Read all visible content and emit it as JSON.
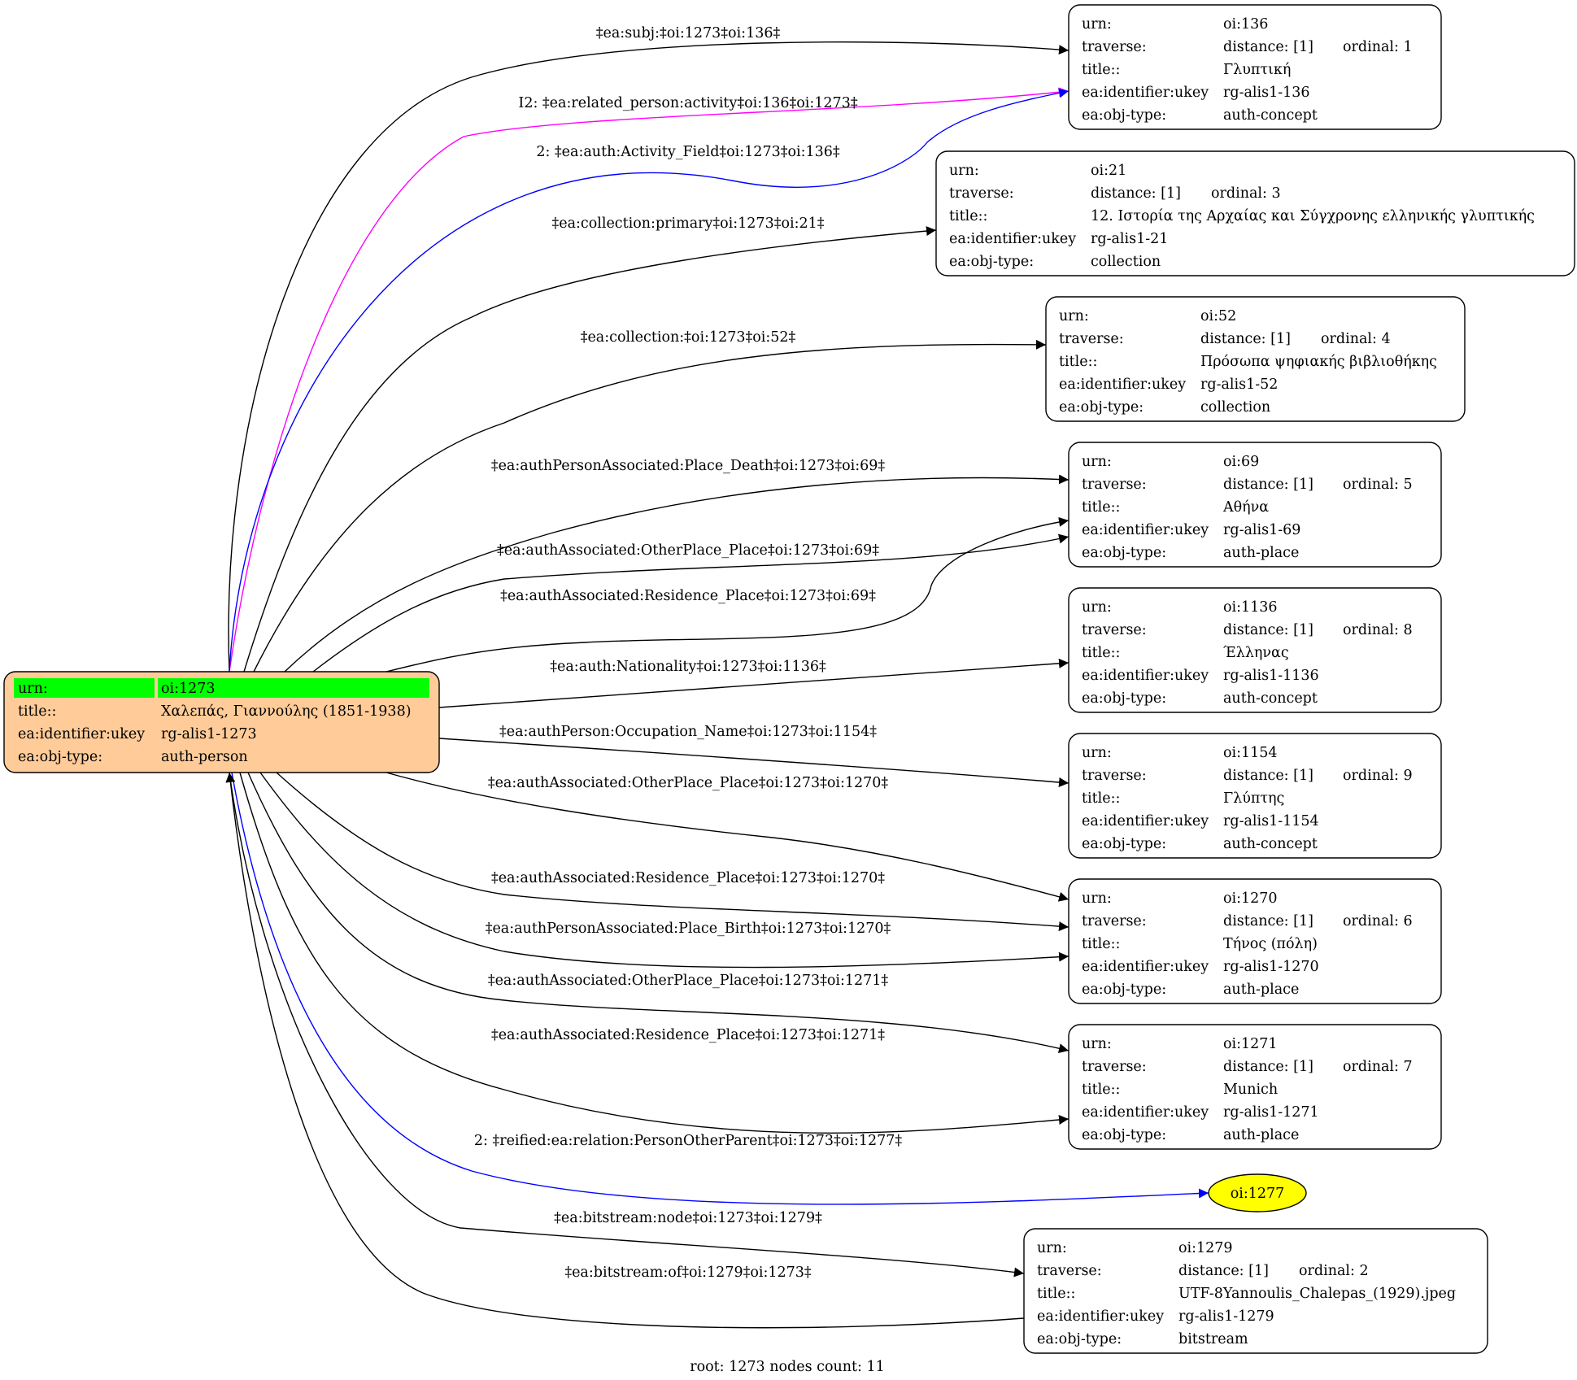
{
  "colors": {
    "root_fill": "#ffcc99",
    "root_urn_highlight": "#00ff00",
    "node_fill": "#ffffff",
    "ellipse_fill": "#ffff00",
    "edge_default": "#000000",
    "edge_blue": "#0000ff",
    "edge_magenta": "#ff00ff"
  },
  "root": {
    "rows": [
      {
        "key": "urn:",
        "value": "oi:1273"
      },
      {
        "key": "title::",
        "value": "Χαλεπάς, Γιαννούλης (1851-1938)"
      },
      {
        "key": "ea:identifier:ukey",
        "value": "rg-alis1-1273"
      },
      {
        "key": "ea:obj-type:",
        "value": "auth-person"
      }
    ]
  },
  "nodes": [
    {
      "id": "n136",
      "urn": "oi:136",
      "distance": "distance: [1]",
      "ordinal": "ordinal: 1",
      "title": "Γλυπτική",
      "ukey": "rg-alis1-136",
      "objtype": "auth-concept"
    },
    {
      "id": "n21",
      "urn": "oi:21",
      "distance": "distance: [1]",
      "ordinal": "ordinal: 3",
      "title": "12. Ιστορία της Αρχαίας και Σύγχρονης ελληνικής γλυπτικής",
      "ukey": "rg-alis1-21",
      "objtype": "collection"
    },
    {
      "id": "n52",
      "urn": "oi:52",
      "distance": "distance: [1]",
      "ordinal": "ordinal: 4",
      "title": "Πρόσωπα ψηφιακής βιβλιοθήκης",
      "ukey": "rg-alis1-52",
      "objtype": "collection"
    },
    {
      "id": "n69",
      "urn": "oi:69",
      "distance": "distance: [1]",
      "ordinal": "ordinal: 5",
      "title": "Αθήνα",
      "ukey": "rg-alis1-69",
      "objtype": "auth-place"
    },
    {
      "id": "n1136",
      "urn": "oi:1136",
      "distance": "distance: [1]",
      "ordinal": "ordinal: 8",
      "title": "Έλληνας",
      "ukey": "rg-alis1-1136",
      "objtype": "auth-concept"
    },
    {
      "id": "n1154",
      "urn": "oi:1154",
      "distance": "distance: [1]",
      "ordinal": "ordinal: 9",
      "title": "Γλύπτης",
      "ukey": "rg-alis1-1154",
      "objtype": "auth-concept"
    },
    {
      "id": "n1270",
      "urn": "oi:1270",
      "distance": "distance: [1]",
      "ordinal": "ordinal: 6",
      "title": "Τήνος (πόλη)",
      "ukey": "rg-alis1-1270",
      "objtype": "auth-place"
    },
    {
      "id": "n1271",
      "urn": "oi:1271",
      "distance": "distance: [1]",
      "ordinal": "ordinal: 7",
      "title": "Munich",
      "ukey": "rg-alis1-1271",
      "objtype": "auth-place"
    },
    {
      "id": "n1279",
      "urn": "oi:1279",
      "distance": "distance: [1]",
      "ordinal": "ordinal: 2",
      "title": "UTF-8Yannoulis_Chalepas_(1929).jpeg",
      "ukey": "rg-alis1-1279",
      "objtype": "bitstream"
    }
  ],
  "row_keys": {
    "urn": "urn:",
    "traverse": "traverse:",
    "title": "title::",
    "ukey": "ea:identifier:ukey",
    "objtype": "ea:obj-type:"
  },
  "ellipse": {
    "label": "oi:1277"
  },
  "edges": [
    {
      "id": "e1",
      "label": "‡ea:subj:‡oi:1273‡oi:136‡",
      "color": "black"
    },
    {
      "id": "e2",
      "label": "I2: ‡ea:related_person:activity‡oi:136‡oi:1273‡",
      "color": "magenta"
    },
    {
      "id": "e3",
      "label": "2: ‡ea:auth:Activity_Field‡oi:1273‡oi:136‡",
      "color": "blue"
    },
    {
      "id": "e4",
      "label": "‡ea:collection:primary‡oi:1273‡oi:21‡",
      "color": "black"
    },
    {
      "id": "e5",
      "label": "‡ea:collection:‡oi:1273‡oi:52‡",
      "color": "black"
    },
    {
      "id": "e6",
      "label": "‡ea:authPersonAssociated:Place_Death‡oi:1273‡oi:69‡",
      "color": "black"
    },
    {
      "id": "e7",
      "label": "‡ea:authAssociated:OtherPlace_Place‡oi:1273‡oi:69‡",
      "color": "black"
    },
    {
      "id": "e8",
      "label": "‡ea:authAssociated:Residence_Place‡oi:1273‡oi:69‡",
      "color": "black"
    },
    {
      "id": "e9",
      "label": "‡ea:auth:Nationality‡oi:1273‡oi:1136‡",
      "color": "black"
    },
    {
      "id": "e10",
      "label": "‡ea:authPerson:Occupation_Name‡oi:1273‡oi:1154‡",
      "color": "black"
    },
    {
      "id": "e11",
      "label": "‡ea:authAssociated:OtherPlace_Place‡oi:1273‡oi:1270‡",
      "color": "black"
    },
    {
      "id": "e12",
      "label": "‡ea:authAssociated:Residence_Place‡oi:1273‡oi:1270‡",
      "color": "black"
    },
    {
      "id": "e13",
      "label": "‡ea:authPersonAssociated:Place_Birth‡oi:1273‡oi:1270‡",
      "color": "black"
    },
    {
      "id": "e14",
      "label": "‡ea:authAssociated:OtherPlace_Place‡oi:1273‡oi:1271‡",
      "color": "black"
    },
    {
      "id": "e15",
      "label": "‡ea:authAssociated:Residence_Place‡oi:1273‡oi:1271‡",
      "color": "black"
    },
    {
      "id": "e16",
      "label": "2: ‡reified:ea:relation:PersonOtherParent‡oi:1273‡oi:1277‡",
      "color": "blue"
    },
    {
      "id": "e17",
      "label": "‡ea:bitstream:node‡oi:1273‡oi:1279‡",
      "color": "black"
    },
    {
      "id": "e18",
      "label": "‡ea:bitstream:of‡oi:1279‡oi:1273‡",
      "color": "black"
    }
  ],
  "caption": "root: 1273 nodes count: 11"
}
